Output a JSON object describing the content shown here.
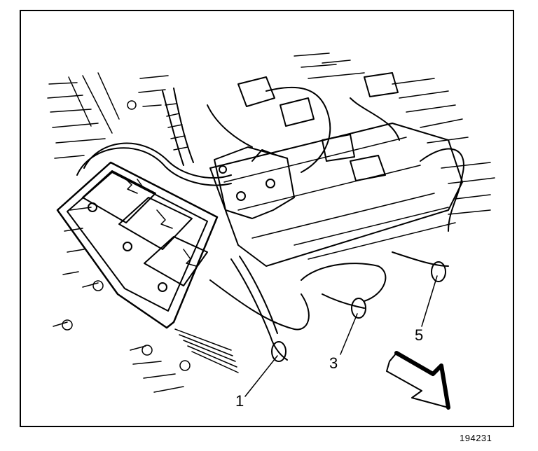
{
  "figure": {
    "id": "194231",
    "callouts": [
      {
        "label": "1"
      },
      {
        "label": "3"
      },
      {
        "label": "5"
      }
    ]
  },
  "colors": {
    "ink": "#000000",
    "paper": "#ffffff"
  },
  "icons": {
    "direction_arrow": "front-direction-arrow-icon"
  }
}
